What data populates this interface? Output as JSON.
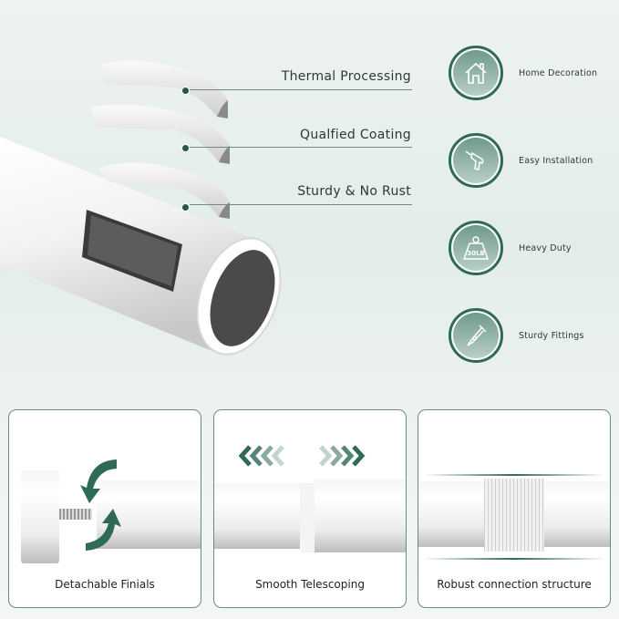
{
  "layers": [
    {
      "label": "Thermal Processing"
    },
    {
      "label": "Qualfied Coating"
    },
    {
      "label": "Sturdy & No Rust"
    }
  ],
  "features": [
    {
      "label": "Home Decoration",
      "icon": "house-icon"
    },
    {
      "label": "Easy Installation",
      "icon": "drill-icon"
    },
    {
      "label": "Heavy Duty",
      "icon": "weight-icon",
      "badge": "30LB"
    },
    {
      "label": "Sturdy Fittings",
      "icon": "screw-icon"
    }
  ],
  "cards": [
    {
      "label": "Detachable Finials"
    },
    {
      "label": "Smooth Telescoping"
    },
    {
      "label": "Robust connection structure"
    }
  ],
  "colors": {
    "accent": "#2f6a56",
    "dark": "#1f5a45",
    "background": "#e8f0ec"
  }
}
